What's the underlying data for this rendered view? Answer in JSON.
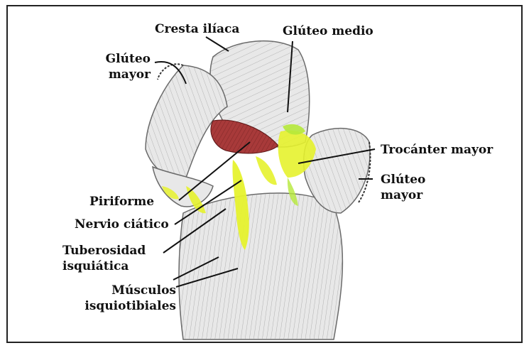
{
  "labels": {
    "cresta_iliaca": "Cresta ilíaca",
    "gluteo_medio": "Glúteo medio",
    "gluteo_mayor_left_1": "Glúteo",
    "gluteo_mayor_left_2": "mayor",
    "trocanter_mayor": "Trocánter mayor",
    "gluteo_mayor_right_1": "Glúteo",
    "gluteo_mayor_right_2": "mayor",
    "piriforme": "Piriforme",
    "nervio_ciatico": "Nervio ciático",
    "tuberosidad_1": "Tuberosidad",
    "tuberosidad_2": "isquiática",
    "musculos_1": "Músculos",
    "musculos_2": "isquiotibiales"
  },
  "colors": {
    "muscle_fill": "#e8e8e8",
    "muscle_stroke": "#6a6a6a",
    "highlight_yellow": "#e6f22e",
    "highlight_green": "#b5e83a",
    "piriforme_red": "#a83a3a",
    "leader_line": "#111111",
    "frame": "#222222"
  }
}
